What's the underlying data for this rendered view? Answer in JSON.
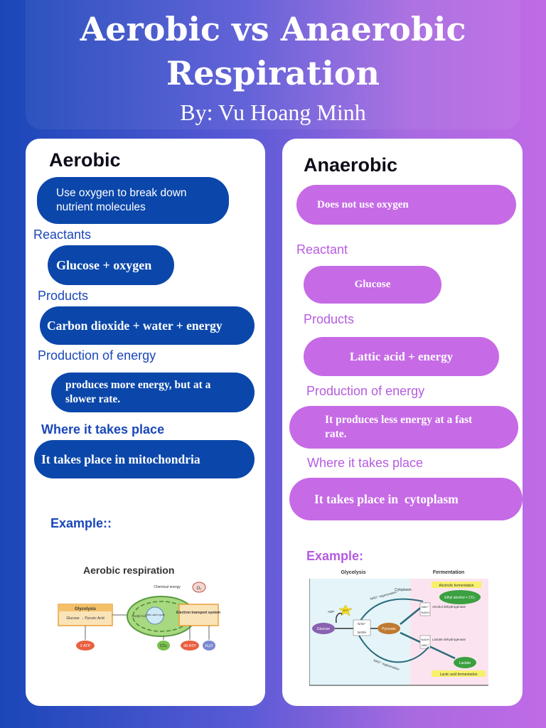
{
  "header": {
    "title_line1": "Aerobic vs Anaerobic",
    "title_line2": "Respiration",
    "author": "By: Vu Hoang Minh"
  },
  "aerobic": {
    "heading": "Aerobic",
    "definition": "Use oxygen to break down nutrient molecules",
    "reactants_label": "Reactants",
    "reactants": "Glucose + oxygen",
    "products_label": "Products",
    "products": "Carbon dioxide + water + energy",
    "energy_label": "Production of energy",
    "energy": "produces more energy, but at a slower rate.",
    "place_label": "Where it takes place",
    "place": "It takes place in mitochondria",
    "example_label": "Example::",
    "diagram": {
      "title": "Aerobic respiration",
      "glycolysis": "Glycolysis",
      "glucose_to_pyruvic": "Glucose → Pyruvic Acid",
      "chemical_energy": "Chemical energy",
      "acetyl": "Acetyl-CoA",
      "citric": "Citric acid cycle",
      "etc": "Electron transport system",
      "o2": "O₂",
      "atp2": "2 ATP",
      "co2": "CO₂",
      "atp36": "36 ATP",
      "h2o": "H₂O"
    }
  },
  "anaerobic": {
    "heading": "Anaerobic",
    "definition": "Does not use oxygen",
    "reactant_label": "Reactant",
    "reactant": "Glucose",
    "products_label": "Products",
    "products": "Lattic acid + energy",
    "energy_label": "Production of energy",
    "energy": "It produces less energy at a fast rate.",
    "place_label": "Where it takes place",
    "place": "It takes place in  cytoplasm",
    "example_label": "Example:",
    "diagram": {
      "glycolysis": "Glycolysis",
      "fermentation": "Fermentation",
      "cytoplasm": "Cytoplasm",
      "alcoholic": "Alcoholic fermentation",
      "ethyl": "Ethyl alcohol + CO₂",
      "nad_regen_top": "NAD⁺ regeneration",
      "alcohol_dh": "Alcohol dehydrogenase",
      "adp": "ADP",
      "atp": "ATP",
      "glucose": "Glucose",
      "pyruvate": "Pyruvate",
      "nad": "NAD⁺",
      "nadh": "NADH",
      "lactate_dh": "Lactate dehydrogenase",
      "lactate": "Lactate",
      "nad_regen_bottom": "NAD⁺ regeneration",
      "lactic": "Lactic acid fermentation"
    }
  }
}
